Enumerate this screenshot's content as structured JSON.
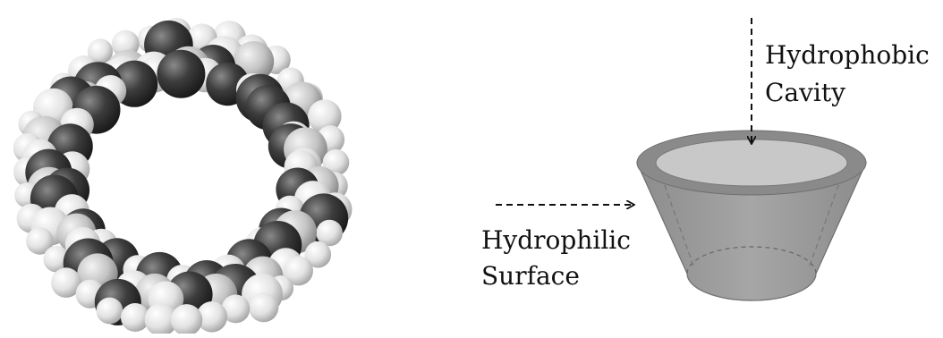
{
  "labels": {
    "cavity_line1": "Hydrophobic",
    "cavity_line2": "Cavity",
    "surface_line1": "Hydrophilic",
    "surface_line2": "Surface"
  },
  "colors": {
    "carbon_atom": "#3d3d3d",
    "hydrogen_atom": "#e2e2e2",
    "oxygen_atom": "#c4c4c4",
    "cone_body": "#9a9a9a",
    "cone_rim": "#888888",
    "cavity_top": "#c8c8c8",
    "arrow": "#111111"
  }
}
